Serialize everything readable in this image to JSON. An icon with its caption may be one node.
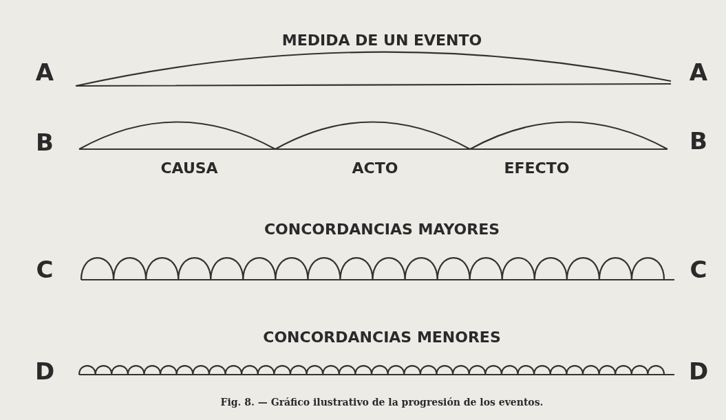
{
  "diagram": {
    "caption": "Fig. 8. — Gráfico ilustrativo de la progresión de los eventos.",
    "labels": [
      "MEDIDA DE UN EVENTO",
      "A",
      "A",
      "B",
      "B",
      "CAUSA",
      "ACTO",
      "EFECTO",
      "CONCORDANCIAS MAYORES",
      "C",
      "C",
      "CONCORDANCIAS MENORES",
      "D",
      "D"
    ]
  }
}
